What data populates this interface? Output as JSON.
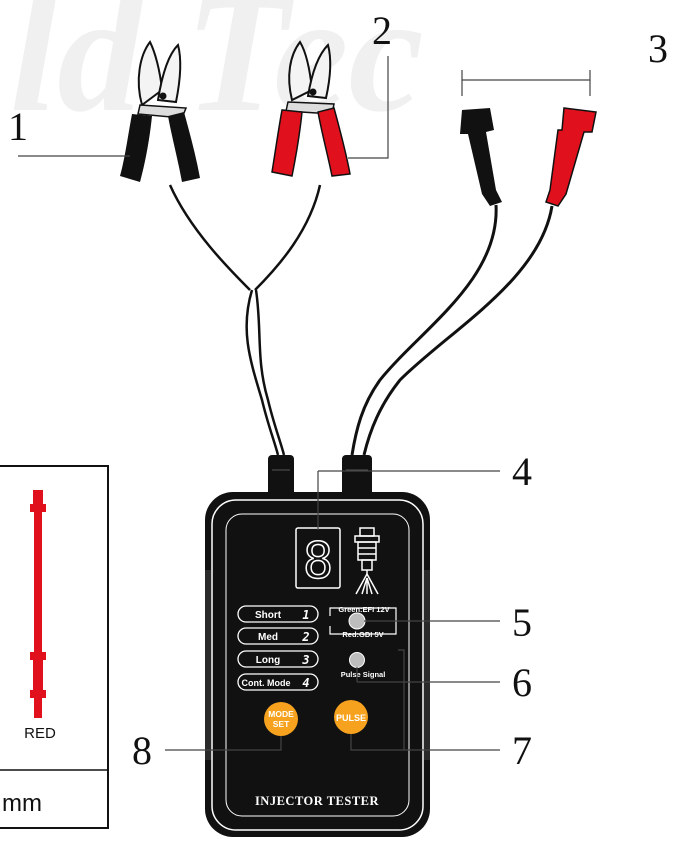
{
  "watermark": "ld Tec",
  "callouts": [
    "1",
    "2",
    "3",
    "4",
    "5",
    "6",
    "7",
    "8"
  ],
  "device": {
    "name": "INJECTOR TESTER",
    "display_digit": "8",
    "modes": [
      {
        "label": "Short",
        "code": "1"
      },
      {
        "label": "Med",
        "code": "2"
      },
      {
        "label": "Long",
        "code": "3"
      },
      {
        "label": "Cont. Mode",
        "code": "4"
      }
    ],
    "indicator_top": "Green:EFI 12V",
    "indicator_bottom": "Red:GDI 5V",
    "pulse_signal_label": "Pulse Signal",
    "mode_button_line1": "MODE",
    "mode_button_line2": "SET",
    "pulse_button": "PULSE"
  },
  "inset": {
    "color_label": "RED",
    "size_label": "mm"
  },
  "colors": {
    "red": "#e0101c",
    "black": "#111111",
    "orange": "#f6a21e"
  }
}
